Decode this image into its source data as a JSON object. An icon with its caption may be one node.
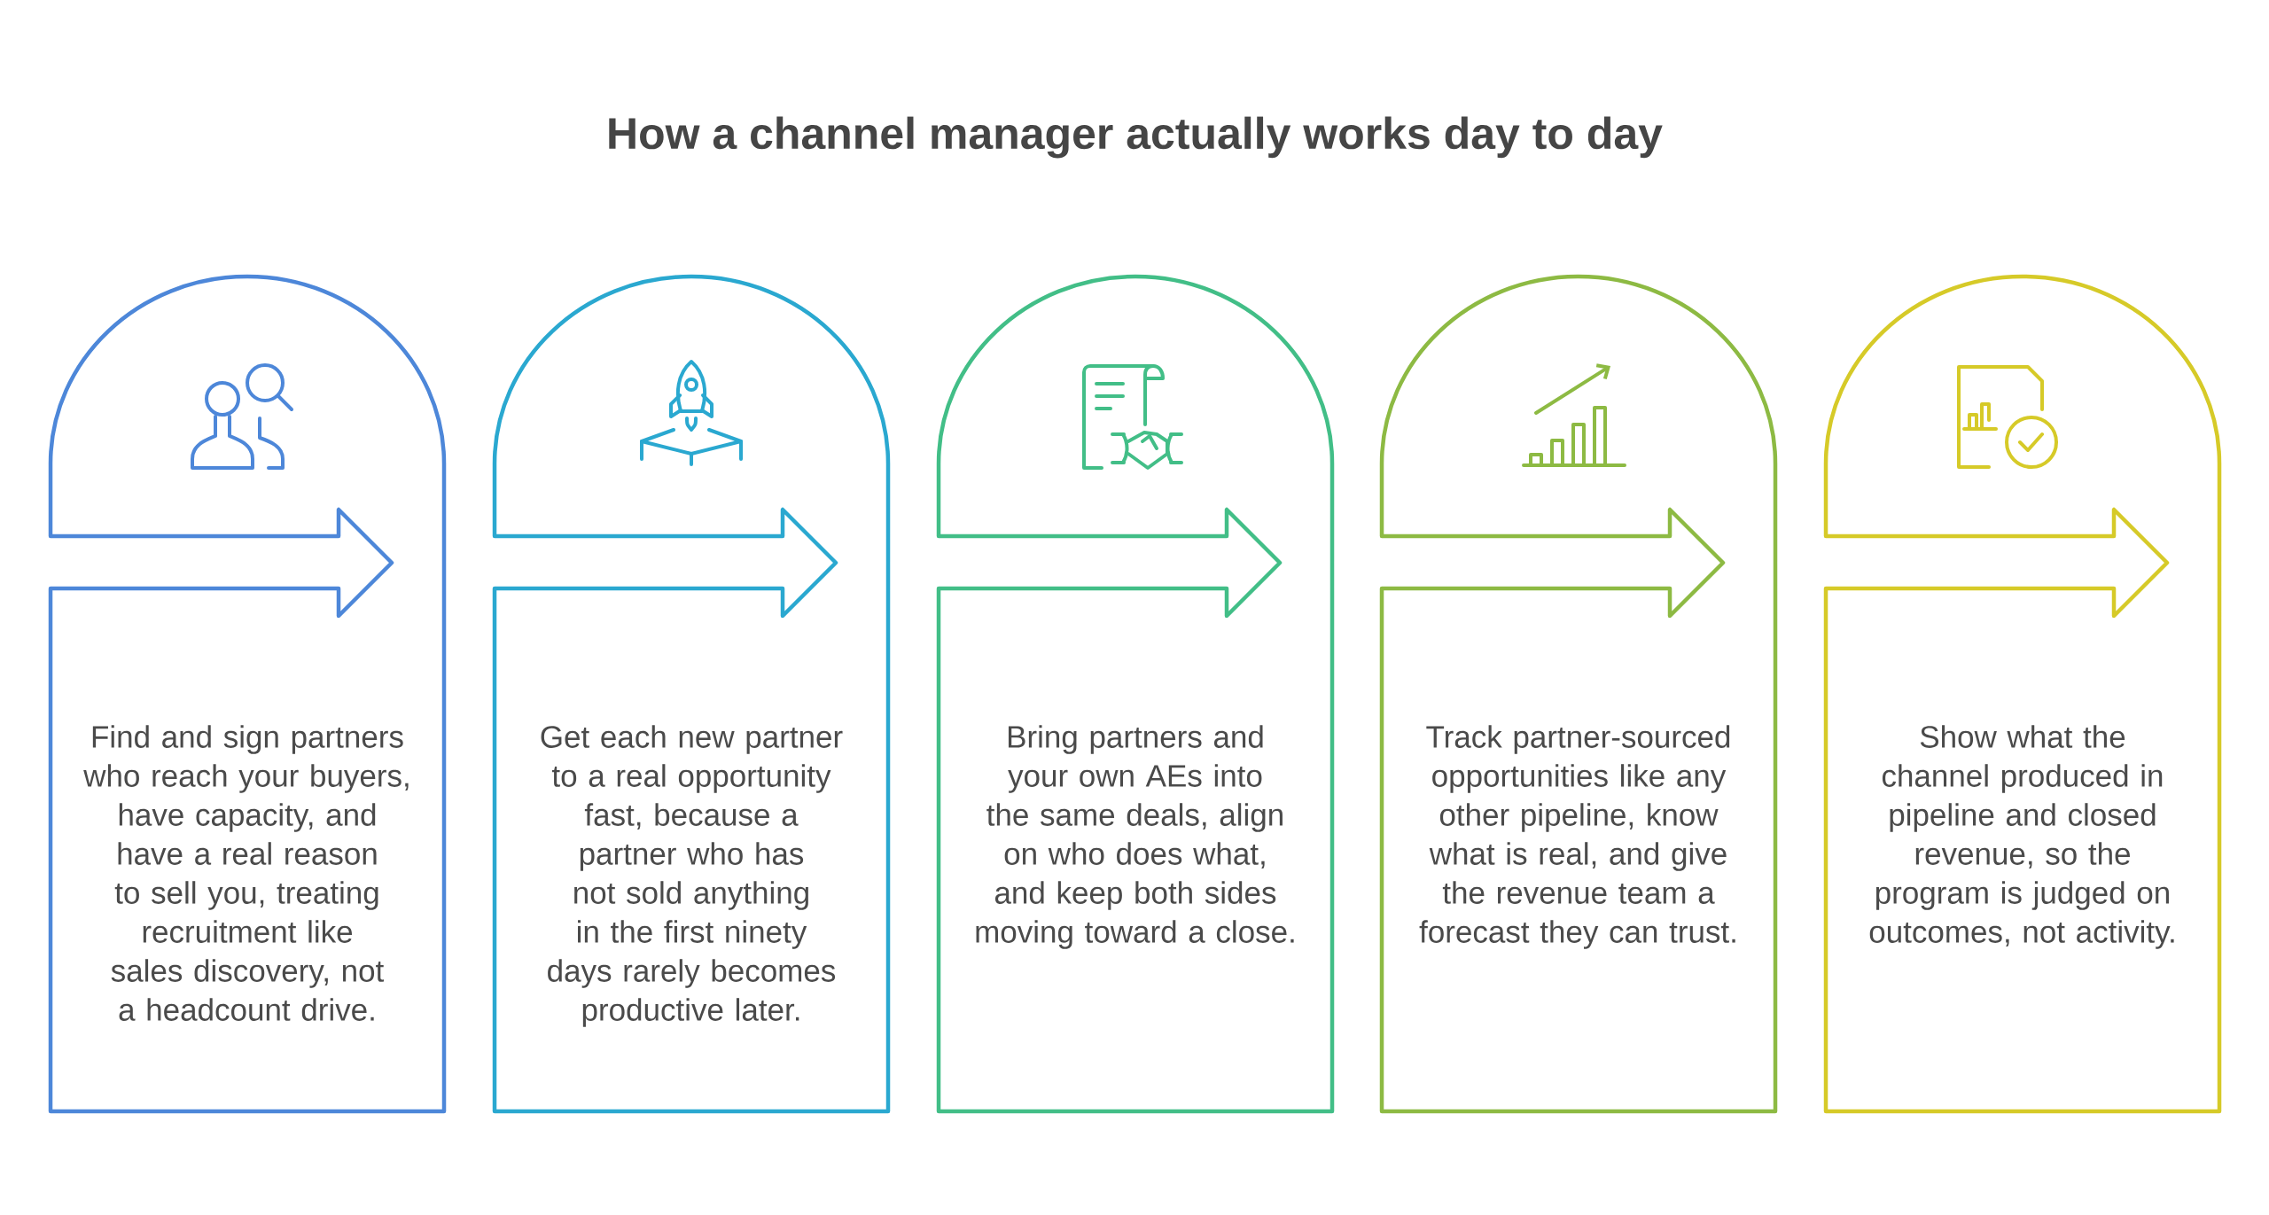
{
  "diagram": {
    "title": "How a channel manager actually works day to day",
    "nodes": [
      {
        "text": [
          "Find and sign partners who reach your buyers, have capacity, and have a real reason to sell you, treating recruitment like sales discovery, not a headcount drive."
        ]
      },
      {
        "text": [
          "Get each new partner to a real opportunity fast, because a partner who has not sold anything in the first ninety days rarely becomes productive later."
        ]
      },
      {
        "text": [
          "Bring partners and your own AEs into the same deals, align on who does what, and keep both sides moving toward a close."
        ]
      },
      {
        "text": [
          "Track partner-sourced opportunities like any other pipeline, know what is real, and give the revenue team a forecast they can trust."
        ]
      },
      {
        "text": [
          "Show what the channel produced in pipeline and closed revenue, so the program is judged on outcomes, not activity."
        ]
      }
    ]
  }
}
